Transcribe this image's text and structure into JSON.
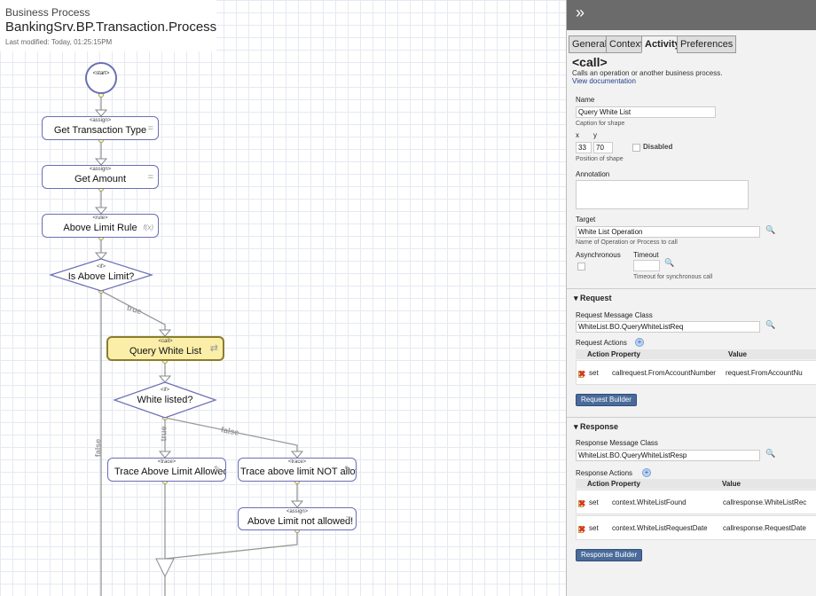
{
  "diagram": {
    "header": {
      "type": "Business Process",
      "name": "BankingSrv.BP.Transaction.Process",
      "modified": "Last modified: Today, 01:25:15PM"
    },
    "start": "<start>",
    "shapes": {
      "get_txn_type": {
        "tag": "<assign>",
        "caption": "Get Transaction Type",
        "glyph": "="
      },
      "get_amount": {
        "tag": "<assign>",
        "caption": "Get Amount",
        "glyph": "="
      },
      "above_limit_rule": {
        "tag": "<rule>",
        "caption": "Above Limit Rule",
        "glyph": "f(x)"
      },
      "is_above_limit": {
        "tag": "<if>",
        "caption": "Is Above Limit?"
      },
      "query_white_list": {
        "tag": "<call>",
        "caption": "Query White List",
        "glyph": "⇄"
      },
      "white_listed": {
        "tag": "<if>",
        "caption": "White listed?"
      },
      "trace_allowed": {
        "tag": "<trace>",
        "caption": "Trace Above Limit Allowed",
        "glyph": "✎"
      },
      "trace_not_allowed": {
        "tag": "<trace>",
        "caption": "Trace above limit NOT allowed",
        "glyph": "✎"
      },
      "not_allowed": {
        "tag": "<assign>",
        "caption": "Above Limit not allowed!",
        "glyph": "="
      }
    },
    "labels": {
      "true1": "true",
      "false1": "false",
      "true2": "true",
      "false2": "false"
    }
  },
  "panel": {
    "collapse_icon": "»",
    "tabs": [
      "General",
      "Context",
      "Activity",
      "Preferences"
    ],
    "active_tab": "Activity",
    "heading": "<call>",
    "description": "Calls an operation or another business process.",
    "doc_link": "View documentation",
    "name_label": "Name",
    "name_value": "Query White List",
    "name_hint": "Caption for shape",
    "x_label": "x",
    "y_label": "y",
    "x_value": "33",
    "y_value": "70",
    "disabled_label": "Disabled",
    "position_hint": "Position of shape",
    "annotation_label": "Annotation",
    "target_label": "Target",
    "target_value": "White List Operation",
    "target_hint": "Name of Operation or Process to call",
    "async_label": "Asynchronous",
    "timeout_label": "Timeout",
    "timeout_hint": "Timeout for synchronous call",
    "request": {
      "section": "▾ Request",
      "class_label": "Request Message Class",
      "class_value": "WhiteList.BO.QueryWhiteListReq",
      "actions_label": "Request Actions",
      "columns": [
        "Action",
        "Property",
        "Value"
      ],
      "rows": [
        {
          "action": "set",
          "property": "callrequest.FromAccountNumber",
          "value": "request.FromAccountNu"
        }
      ],
      "builder": "Request Builder"
    },
    "response": {
      "section": "▾ Response",
      "class_label": "Response Message Class",
      "class_value": "WhiteList.BO.QueryWhiteListResp",
      "actions_label": "Response Actions",
      "columns": [
        "Action",
        "Property",
        "Value"
      ],
      "rows": [
        {
          "action": "set",
          "property": "context.WhiteListFound",
          "value": "callresponse.WhiteListRec"
        },
        {
          "action": "set",
          "property": "context.WhiteListRequestDate",
          "value": "callresponse.RequestDate"
        }
      ],
      "builder": "Response Builder"
    },
    "colors": {
      "selected_fill": "#fbeea8",
      "button": "#4a6b9a",
      "accent": "#6a6fb4"
    }
  }
}
